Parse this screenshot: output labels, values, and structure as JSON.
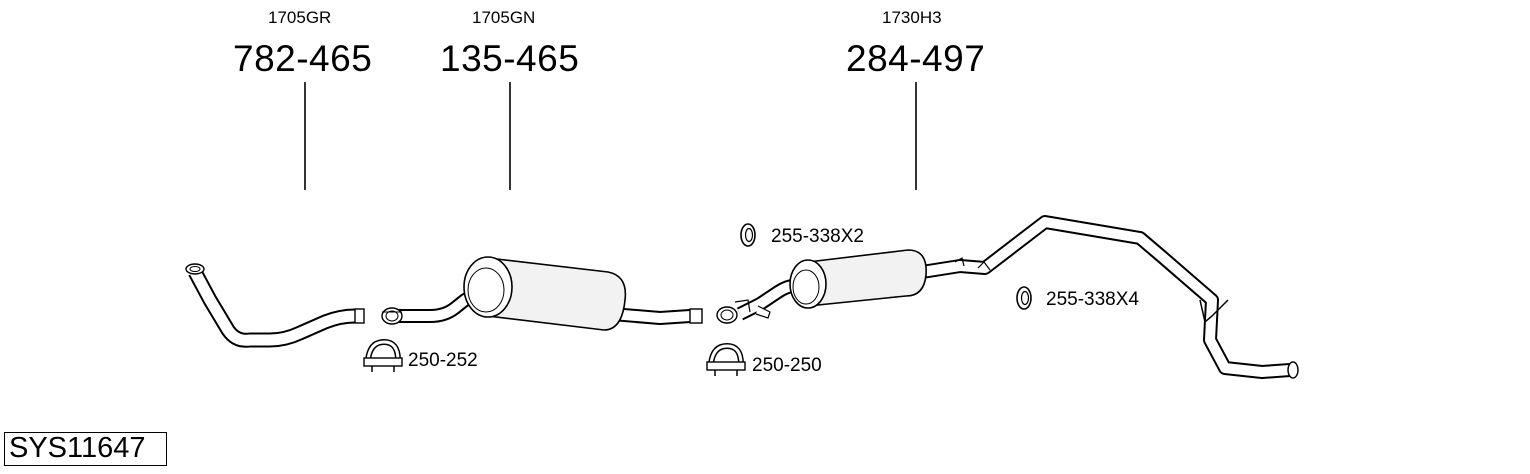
{
  "parts": [
    {
      "code": "1705GR",
      "number": "782-465"
    },
    {
      "code": "1705GN",
      "number": "135-465"
    },
    {
      "code": "1730H3",
      "number": "284-497"
    }
  ],
  "accessories": [
    {
      "number": "255-338X2",
      "icon": "gasket-ring-icon"
    },
    {
      "number": "255-338X4",
      "icon": "gasket-ring-icon"
    },
    {
      "number": "250-252",
      "icon": "pipe-clamp-icon"
    },
    {
      "number": "250-250",
      "icon": "pipe-clamp-icon"
    }
  ],
  "system_id": "SYS11647",
  "colors": {
    "line": "#000000",
    "fill": "#ffffff",
    "muffler": "#f2f2f2"
  }
}
